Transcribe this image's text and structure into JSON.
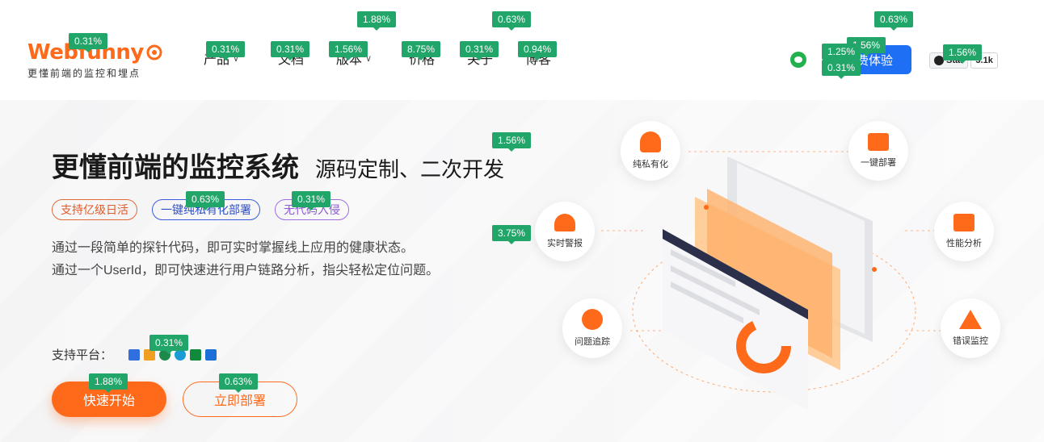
{
  "header": {
    "logo": {
      "word": "Webfunny",
      "tagline": "更懂前端的监控和埋点"
    },
    "nav": [
      {
        "label": "产品",
        "has_caret": true
      },
      {
        "label": "文档",
        "has_caret": false
      },
      {
        "label": "版本",
        "has_caret": true
      },
      {
        "label": "价格",
        "has_caret": false
      },
      {
        "label": "关于",
        "has_caret": false
      },
      {
        "label": "博客",
        "has_caret": false
      }
    ],
    "trial_button": "免费体验",
    "github": {
      "star_label": "Star",
      "count": "3.1k"
    }
  },
  "hero": {
    "title": "更懂前端的监控系统",
    "subtitle": "源码定制、二次开发",
    "tags": [
      "支持亿级日活",
      "一键纯私有化部署",
      "无代码入侵"
    ],
    "description": [
      "通过一段简单的探针代码，即可实时掌握线上应用的健康状态。",
      "通过一个UserId，即可快速进行用户链路分析，指尖轻松定位问题。"
    ],
    "platforms_label": "支持平台：",
    "platform_icons": [
      "html5-icon",
      "bar-icon",
      "link-icon",
      "vue-icon",
      "wechat-mini-icon",
      "flutter-icon"
    ],
    "primary_button": "快速开始",
    "secondary_button": "立即部署"
  },
  "features": [
    {
      "label": "纯私有化",
      "icon": "person-icon"
    },
    {
      "label": "一键部署",
      "icon": "code-icon"
    },
    {
      "label": "实时警报",
      "icon": "alarm-icon"
    },
    {
      "label": "性能分析",
      "icon": "pulse-icon"
    },
    {
      "label": "问题追踪",
      "icon": "question-icon"
    },
    {
      "label": "错误监控",
      "icon": "warning-icon"
    }
  ],
  "badges": [
    {
      "text": "1.88%"
    },
    {
      "text": "0.63%"
    },
    {
      "text": "0.63%"
    },
    {
      "text": "0.31%"
    },
    {
      "text": "0.31%"
    },
    {
      "text": "0.31%"
    },
    {
      "text": "1.56%"
    },
    {
      "text": "8.75%"
    },
    {
      "text": "0.31%"
    },
    {
      "text": "0.94%"
    },
    {
      "text": "1.56%"
    },
    {
      "text": "1.25%"
    },
    {
      "text": "0.31%"
    },
    {
      "text": "1.56%"
    },
    {
      "text": "1.56%"
    },
    {
      "text": "0.63%"
    },
    {
      "text": "0.31%"
    },
    {
      "text": "3.75%"
    },
    {
      "text": "0.31%"
    },
    {
      "text": "1.88%"
    },
    {
      "text": "0.63%"
    }
  ],
  "colors": {
    "brand": "#ff6a1a",
    "primary": "#1f6ff5",
    "badge": "#22a569"
  }
}
